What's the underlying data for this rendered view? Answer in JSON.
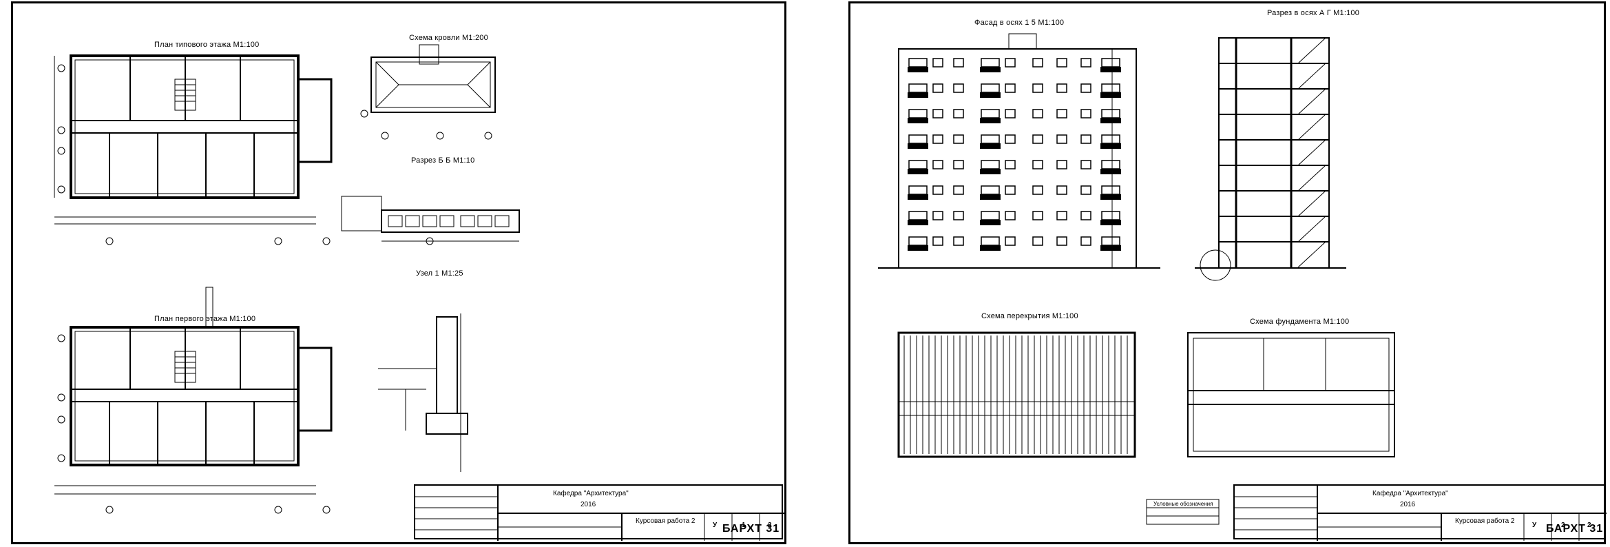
{
  "sheet1": {
    "typical_floor_title": "План типового этажа М1:100",
    "first_floor_title": "План первого этажа М1:100",
    "roof_title": "Схема кровли М1:200",
    "section_title": "Разрез Б Б М1:10",
    "node_title": "Узел 1 М1:25",
    "titleblock": {
      "department": "Кафедра \"Архитектура\"",
      "year": "2016",
      "work": "Курсовая работа 2",
      "stage_letter": "У",
      "sheet_no": "1",
      "sheets_total": "2",
      "group": "БАРХТ 31"
    }
  },
  "sheet2": {
    "facade_title": "Фасад в осях 1 5 М1:100",
    "section_title": "Разрез в осях А Г М1:100",
    "slab_title": "Схема перекрытия М1:100",
    "foundation_title": "Схема фундамента М1:100",
    "legend_title": "Условные обозначения",
    "titleblock": {
      "department": "Кафедра \"Архитектура\"",
      "year": "2016",
      "work": "Курсовая работа 2",
      "stage_letter": "У",
      "sheet_no": "2",
      "sheets_total": "2",
      "group": "БАРХТ 31"
    }
  }
}
